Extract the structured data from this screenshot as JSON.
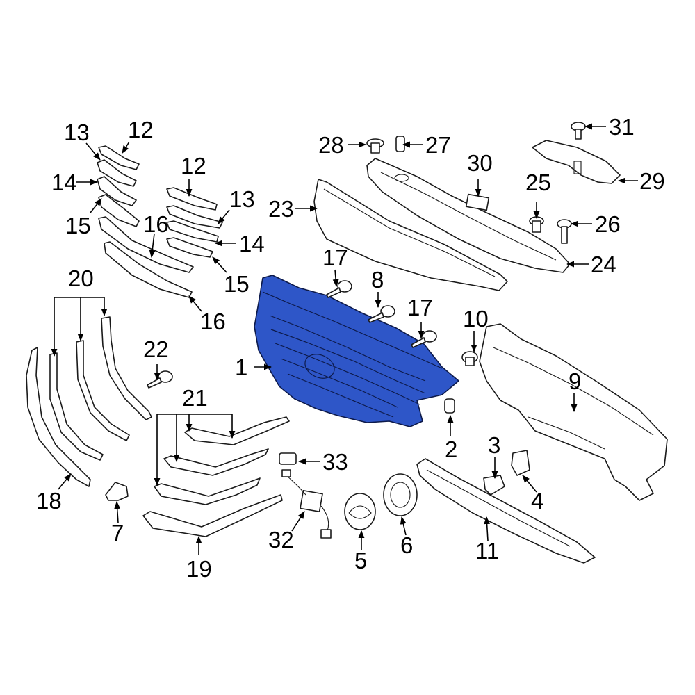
{
  "diagram": {
    "highlight_color": "#2e56c8",
    "callouts": [
      "1",
      "2",
      "3",
      "4",
      "5",
      "6",
      "7",
      "8",
      "9",
      "10",
      "11",
      "12",
      "12",
      "13",
      "13",
      "14",
      "14",
      "15",
      "15",
      "16",
      "16",
      "17",
      "17",
      "18",
      "19",
      "20",
      "21",
      "22",
      "23",
      "24",
      "25",
      "26",
      "27",
      "28",
      "29",
      "30",
      "31",
      "32",
      "33"
    ]
  }
}
